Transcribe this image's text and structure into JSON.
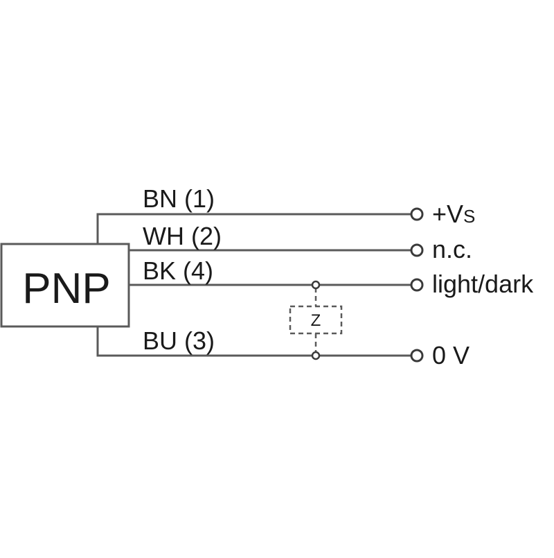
{
  "device": {
    "label": "PNP"
  },
  "wires": [
    {
      "label": "BN (1)",
      "terminal": "+V",
      "terminal_sub": "S"
    },
    {
      "label": "WH (2)",
      "terminal": "n.c.",
      "terminal_sub": ""
    },
    {
      "label": "BK (4)",
      "terminal": "light/dark",
      "terminal_sub": ""
    },
    {
      "label": "BU (3)",
      "terminal": "0 V",
      "terminal_sub": ""
    }
  ],
  "load": {
    "label": "Z"
  },
  "colors": {
    "line": "#5a5a5a",
    "text": "#1a1a1a",
    "background": "#ffffff"
  }
}
